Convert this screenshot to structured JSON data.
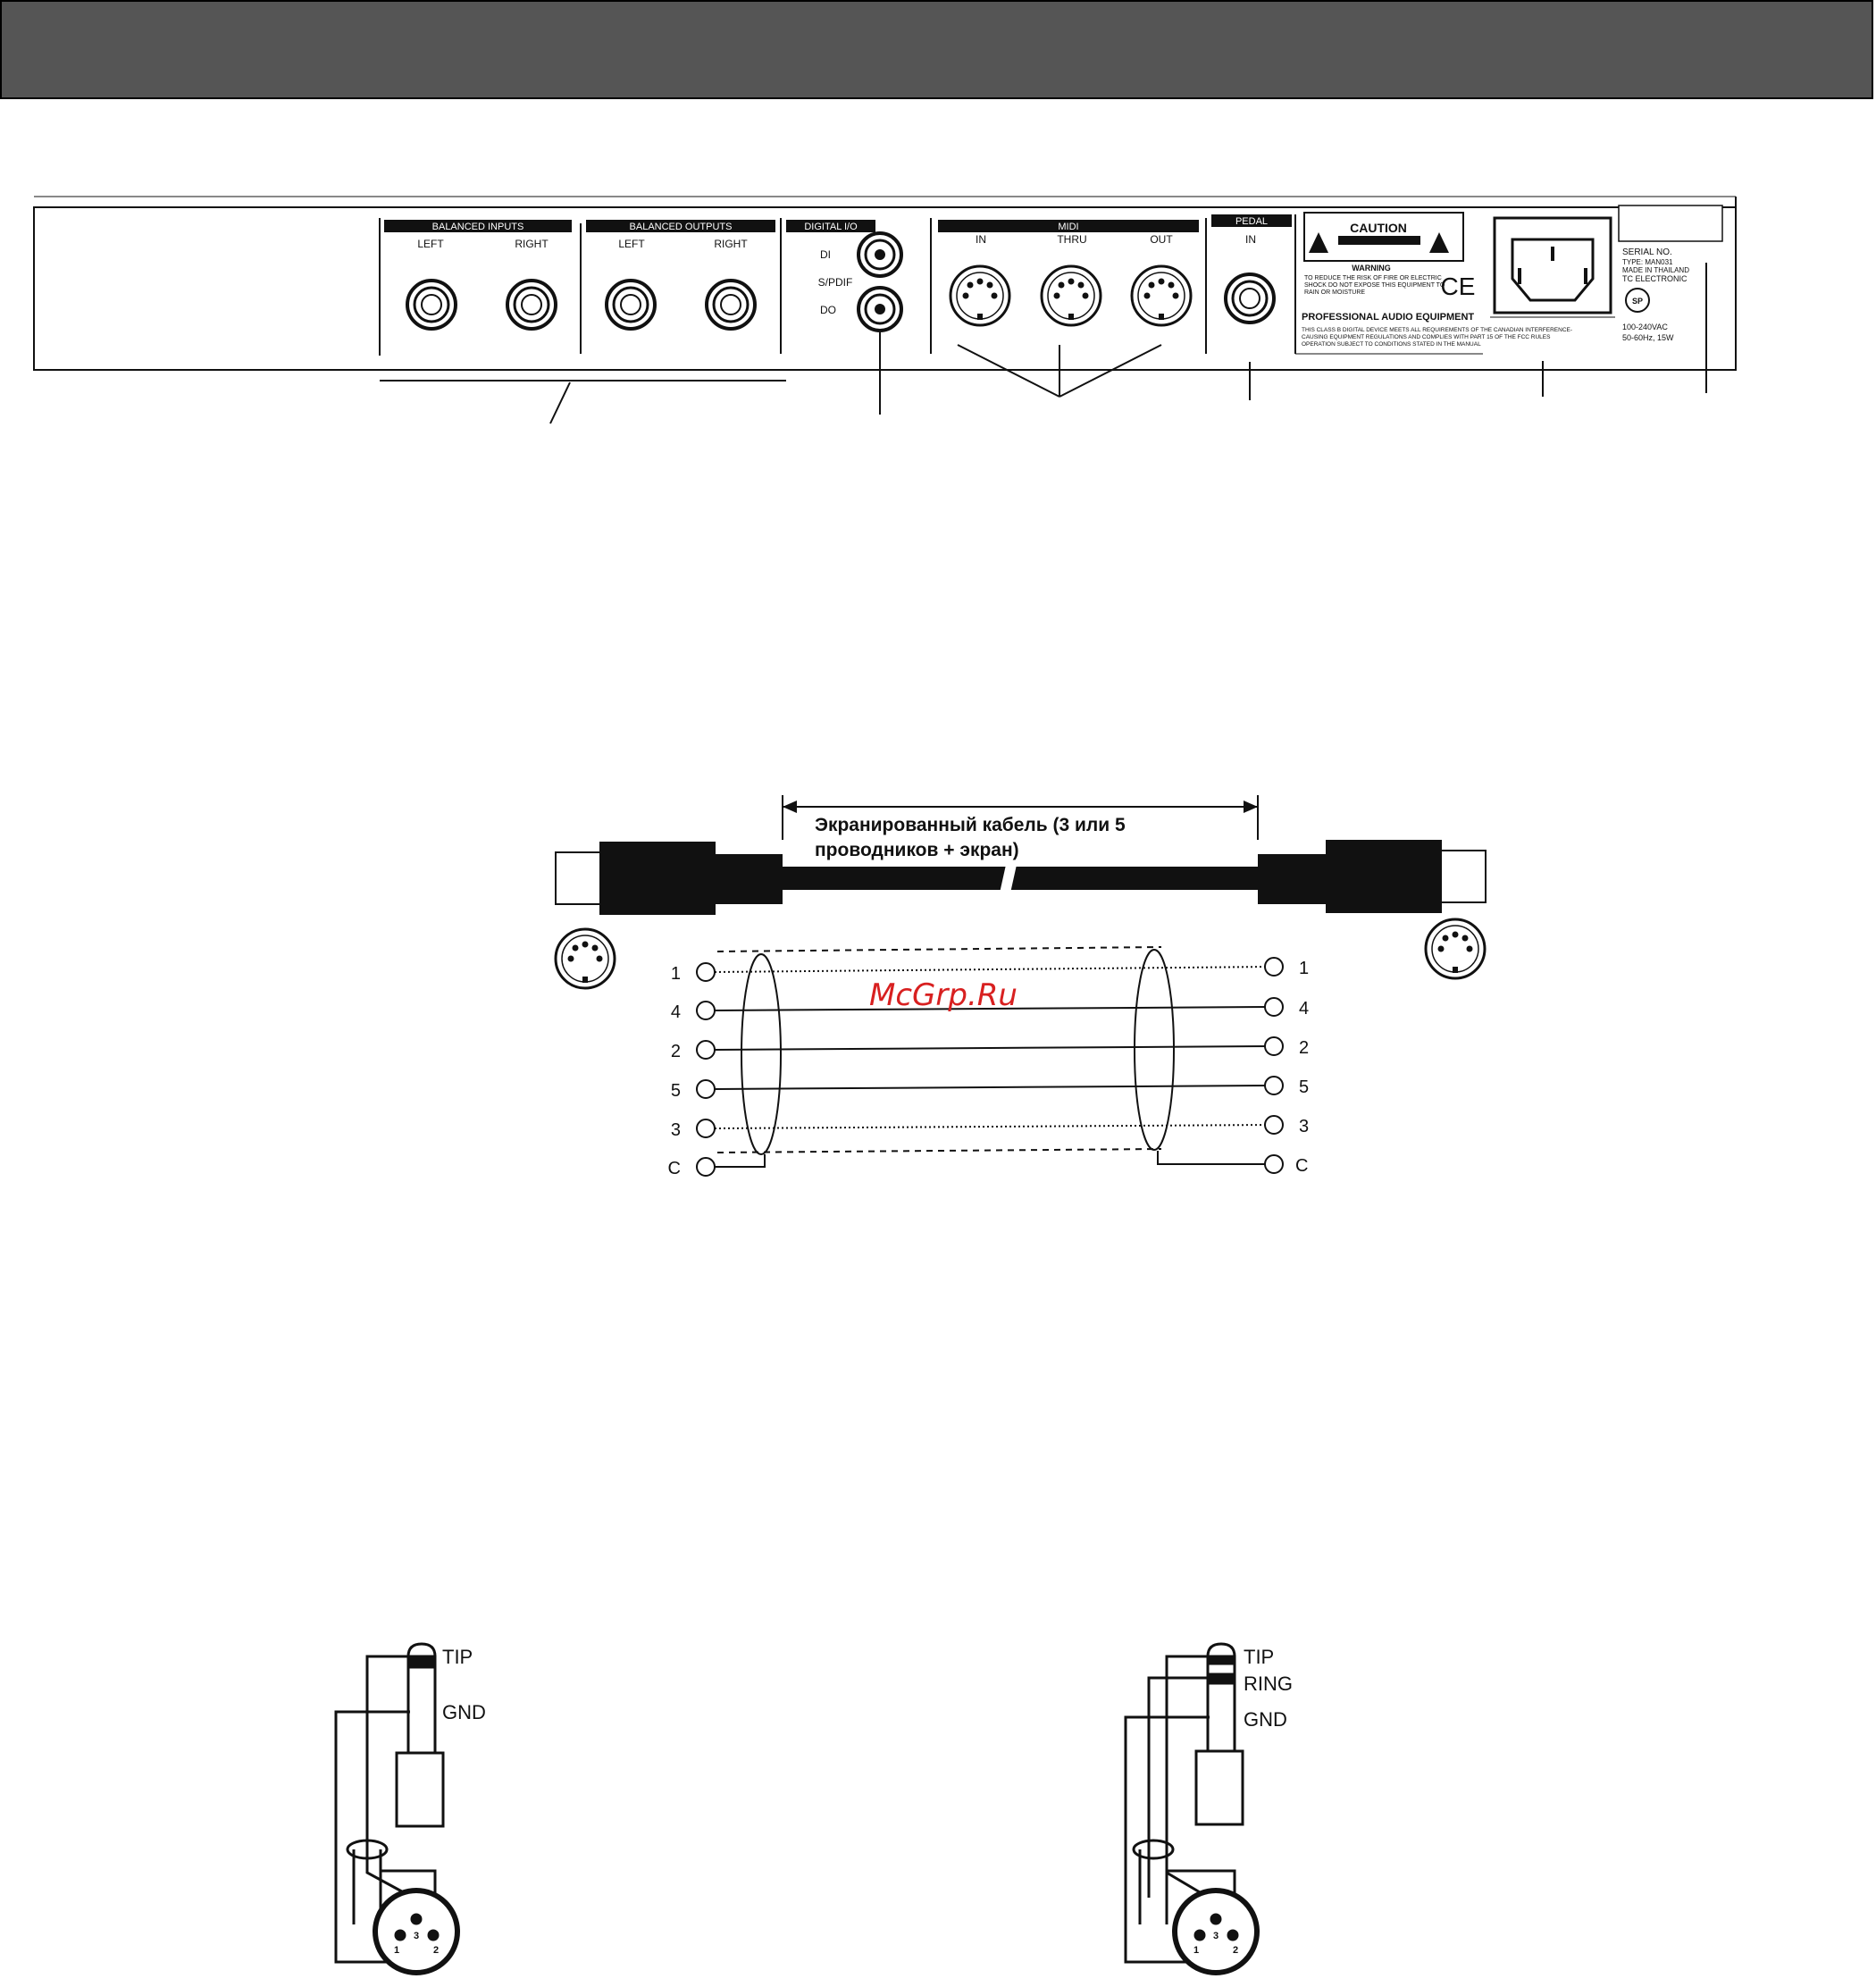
{
  "panel": {
    "balanced_inputs": {
      "title": "BALANCED INPUTS",
      "left": "LEFT",
      "right": "RIGHT"
    },
    "balanced_outputs": {
      "title": "BALANCED OUTPUTS",
      "left": "LEFT",
      "right": "RIGHT"
    },
    "digital_io": {
      "title": "DIGITAL I/O",
      "di": "DI",
      "spdif": "S/PDIF",
      "do": "DO"
    },
    "midi": {
      "title": "MIDI",
      "in": "IN",
      "thru": "THRU",
      "out": "OUT"
    },
    "pedal": {
      "title": "PEDAL",
      "in": "IN"
    },
    "caution": "CAUTION",
    "warning": "WARNING",
    "warning_text_1": "TO REDUCE THE RISK OF FIRE OR ELECTRIC",
    "warning_text_2": "SHOCK DO NOT EXPOSE THIS EQUIPMENT TO",
    "warning_text_3": "RAIN OR MOISTURE",
    "pro_audio": "PROFESSIONAL AUDIO EQUIPMENT",
    "compliance_1": "THIS CLASS B DIGITAL DEVICE MEETS ALL REQUIREMENTS OF THE CANADIAN INTERFERENCE-",
    "compliance_2": "CAUSING EQUIPMENT REGULATIONS AND COMPLIES WITH PART 15 OF THE FCC RULES",
    "compliance_3": "OPERATION SUBJECT TO CONDITIONS STATED IN THE MANUAL",
    "ce": "CE",
    "serial": "SERIAL NO.",
    "type": "TYPE: MAN031",
    "made_in": "MADE IN THAILAND",
    "maker": "TC ELECTRONIC",
    "voltage": "100-240VAC",
    "power": "50-60Hz, 15W"
  },
  "cable": {
    "label_line1": "Экранированный кабель (3 или 5",
    "label_line2": "проводников + экран)",
    "pins_left": [
      "1",
      "4",
      "2",
      "5",
      "3",
      "C"
    ],
    "pins_right": [
      "1",
      "4",
      "2",
      "5",
      "3",
      "C"
    ]
  },
  "watermark": "McGrp.Ru",
  "jacks": {
    "mono": {
      "tip": "TIP",
      "gnd": "GND"
    },
    "stereo": {
      "tip": "TIP",
      "ring": "RING",
      "gnd": "GND"
    },
    "xlr_pins": [
      "1",
      "3",
      "2"
    ]
  }
}
